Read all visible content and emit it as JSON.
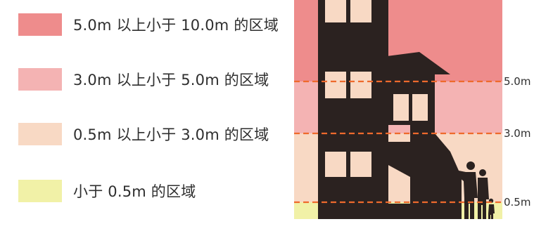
{
  "legend": [
    {
      "label": "5.0m 以上小于 10.0m 的区域",
      "color": "#ee8c8c"
    },
    {
      "label": "3.0m 以上小于 5.0m 的区域",
      "color": "#f4b3b3"
    },
    {
      "label": "0.5m 以上小于 3.0m 的区域",
      "color": "#f8d9c4"
    },
    {
      "label": "小于 0.5m 的区域",
      "color": "#f1f1a7"
    }
  ],
  "levels": [
    {
      "label": "5.0m"
    },
    {
      "label": "3.0m"
    },
    {
      "label": "0.5m"
    }
  ],
  "colors": {
    "line": "#ee6a2c",
    "silhouette": "#2b2220",
    "window": "#f8d9c4"
  }
}
